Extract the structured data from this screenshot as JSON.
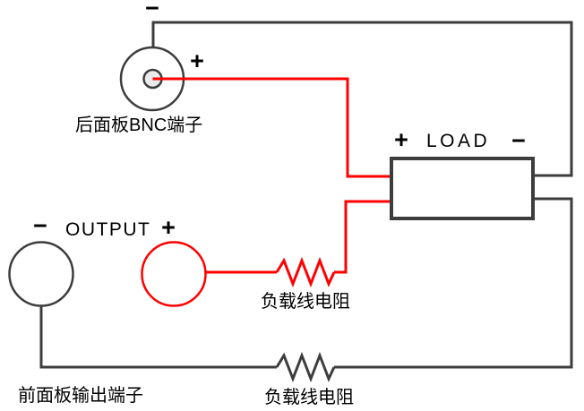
{
  "diagram": {
    "bnc": {
      "minus": "−",
      "plus": "+",
      "label": "后面板BNC端子"
    },
    "load": {
      "plus": "+",
      "label": "LOAD",
      "minus": "−"
    },
    "output": {
      "minus": "−",
      "label": "OUTPUT",
      "plus": "+"
    },
    "front_panel": {
      "label": "前面板输出端子"
    },
    "resistors": {
      "top_label": "负载线电阻",
      "bottom_label": "负载线电阻"
    },
    "colors": {
      "wire": "#3d3d3d",
      "positive": "#ff0000",
      "text": "#000000",
      "background": "#ffffff"
    }
  }
}
